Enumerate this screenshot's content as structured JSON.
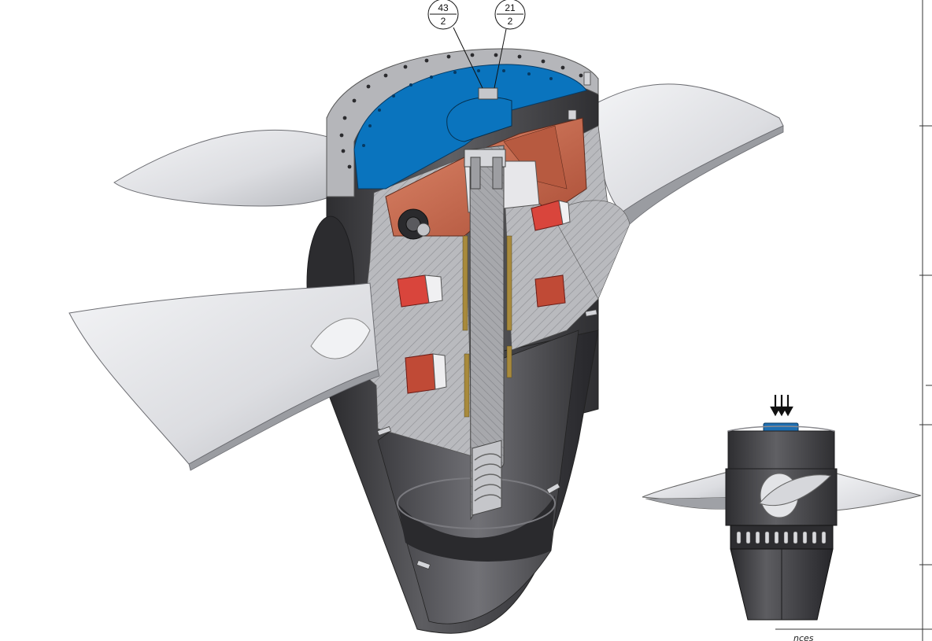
{
  "callouts": [
    {
      "item": "43",
      "qty": "2"
    },
    {
      "item": "21",
      "qty": "2"
    }
  ],
  "corner_text": "nces",
  "colors": {
    "blade_light": "#e9eaed",
    "blade_mid": "#c9cbd0",
    "body_dark": "#3b3b3e",
    "body_mid": "#58585c",
    "section_gray": "#b4b5b9",
    "cover_blue": "#0a74be",
    "copper": "#c9694f",
    "bearing_red": "#d9453c",
    "shaft": "#a9a9ad"
  },
  "icons": [
    "load-arrows-icon",
    "bolt-icon",
    "nut-icon"
  ]
}
